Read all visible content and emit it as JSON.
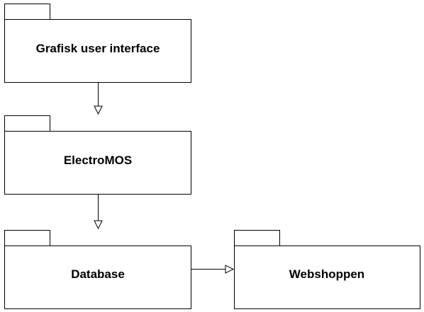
{
  "diagram": {
    "type": "uml-package-diagram",
    "packages": [
      {
        "id": "gui",
        "label": "Grafisk user interface"
      },
      {
        "id": "electromos",
        "label": "ElectroMOS"
      },
      {
        "id": "database",
        "label": "Database"
      },
      {
        "id": "webshoppen",
        "label": "Webshoppen"
      }
    ],
    "dependencies": [
      {
        "from": "gui",
        "to": "electromos",
        "arrow": "hollow-triangle"
      },
      {
        "from": "electromos",
        "to": "database",
        "arrow": "hollow-triangle"
      },
      {
        "from": "database",
        "to": "webshoppen",
        "arrow": "hollow-triangle"
      }
    ]
  }
}
